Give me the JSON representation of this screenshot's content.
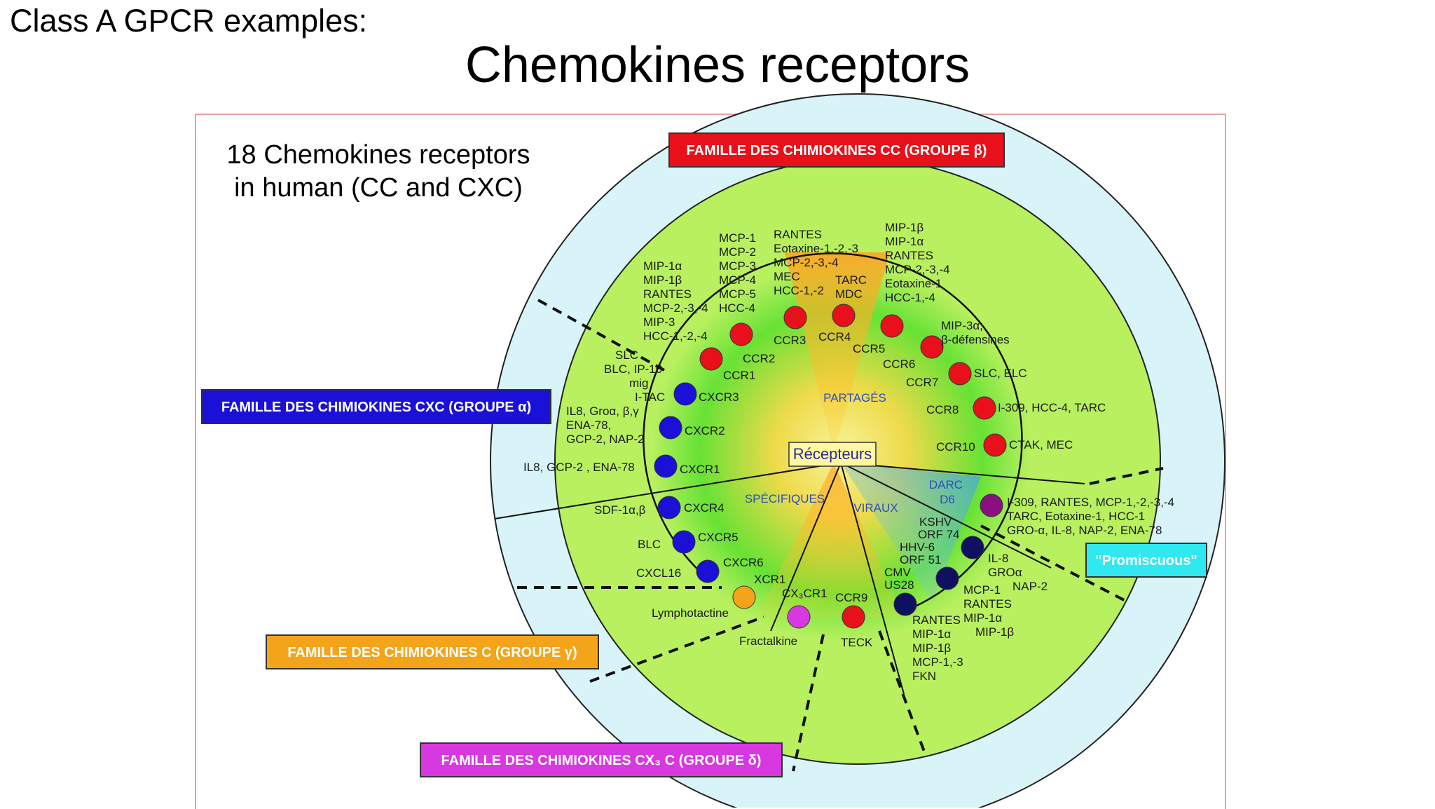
{
  "header": {
    "slide_header": "Class A GPCR examples:",
    "title": "Chemokines receptors"
  },
  "subtitle": {
    "line1": "18 Chemokines receptors",
    "line2": "in human (CC and CXC)"
  },
  "diagram": {
    "center_label": "Récepteurs",
    "sector_labels": {
      "shared": "PARTAGÉS",
      "specific": "SPÉCIFIQUES",
      "viral": "VIRAUX",
      "darc": "DARC",
      "d6": "D6"
    },
    "families": {
      "cc": "FAMILLE DES CHIMIOKINES CC (GROUPE β)",
      "cxc": "FAMILLE DES CHIMIOKINES CXC (GROUPE α)",
      "c": "FAMILLE DES CHIMIOKINES C (GROUPE γ)",
      "cx3c": "FAMILLE DES CHIMIOKINES CX₃ C (GROUPE δ)",
      "promiscuous": "\"Promiscuous\""
    },
    "receptors": {
      "ccr1": "CCR1",
      "ccr2": "CCR2",
      "ccr3": "CCR3",
      "ccr4": "CCR4",
      "ccr5": "CCR5",
      "ccr6": "CCR6",
      "ccr7": "CCR7",
      "ccr8": "CCR8",
      "ccr10": "CCR10",
      "ccr9": "CCR9",
      "cxcr1": "CXCR1",
      "cxcr2": "CXCR2",
      "cxcr3": "CXCR3",
      "cxcr4": "CXCR4",
      "cxcr5": "CXCR5",
      "cxcr6": "CXCR6",
      "xcr1": "XCR1",
      "cx3cr1": "CX₃CR1",
      "kshv": "KSHV",
      "orf74": "ORF 74",
      "hhv6": "HHV-6",
      "orf51": "ORF 51",
      "cmv": "CMV",
      "us28": "US28"
    },
    "ligands": {
      "ccr1_lines": [
        "MIP-1α",
        "MIP-1β",
        "RANTES",
        "MCP-2,-3,-4",
        "MIP-3",
        "HCC-1,-2,-4"
      ],
      "ccr2_lines": [
        "MCP-1",
        "MCP-2",
        "MCP-3",
        "MCP-4",
        "MCP-5",
        "HCC-4"
      ],
      "ccr3_lines": [
        "RANTES",
        "Eotaxine-1,-2,-3",
        "MCP-2,-3,-4",
        "MEC",
        "HCC-1,-2"
      ],
      "ccr4_lines": [
        "TARC",
        "MDC"
      ],
      "ccr5_lines": [
        "MIP-1β",
        "MIP-1α",
        "RANTES",
        "MCP-2,-3,-4",
        "Eotaxine-1",
        "HCC-1,-4"
      ],
      "ccr6_lines": [
        "MIP-3α,",
        "β-défensines"
      ],
      "ccr7": "SLC, ELC",
      "ccr8": "I-309, HCC-4, TARC",
      "ccr10": "CTAK, MEC",
      "darc_lines": [
        "I-309, RANTES, MCP-1,-2,-3,-4",
        "TARC, Eotaxine-1, HCC-1",
        "GRO-α, IL-8, NAP-2, ENA-78"
      ],
      "orf74_lines": [
        "IL-8",
        "GROα",
        "NAP-2"
      ],
      "orf51_lines": [
        "MCP-1",
        "RANTES",
        "MIP-1α",
        "MIP-1β"
      ],
      "us28_lines": [
        "RANTES",
        "MIP-1α",
        "MIP-1β",
        "MCP-1,-3",
        "FKN"
      ],
      "cxcr3_lines": [
        "SLC",
        "BLC, IP-10",
        "mig",
        "I-TAC"
      ],
      "cxcr2_lines": [
        "IL8, Groα, β,γ",
        "ENA-78,",
        "GCP-2, NAP-2"
      ],
      "cxcr1": "IL8, GCP-2   , ENA-78",
      "cxcr4": "SDF-1α,β",
      "cxcr5": "BLC",
      "cxcr6": "CXCL16",
      "xcr1": "Lymphotactine",
      "cx3cr1": "Fractalkine",
      "ccr9": "TECK"
    },
    "colors": {
      "cc": "#e8101a",
      "cxc": "#1a10d8",
      "c": "#f4a418",
      "cx3c": "#d838e0",
      "promiscuous": "#30e8f0",
      "viral": "#101060",
      "darc": "#8a1080",
      "outer_ring": "#d8f4f8",
      "inner_disc": "#b8f060"
    }
  }
}
